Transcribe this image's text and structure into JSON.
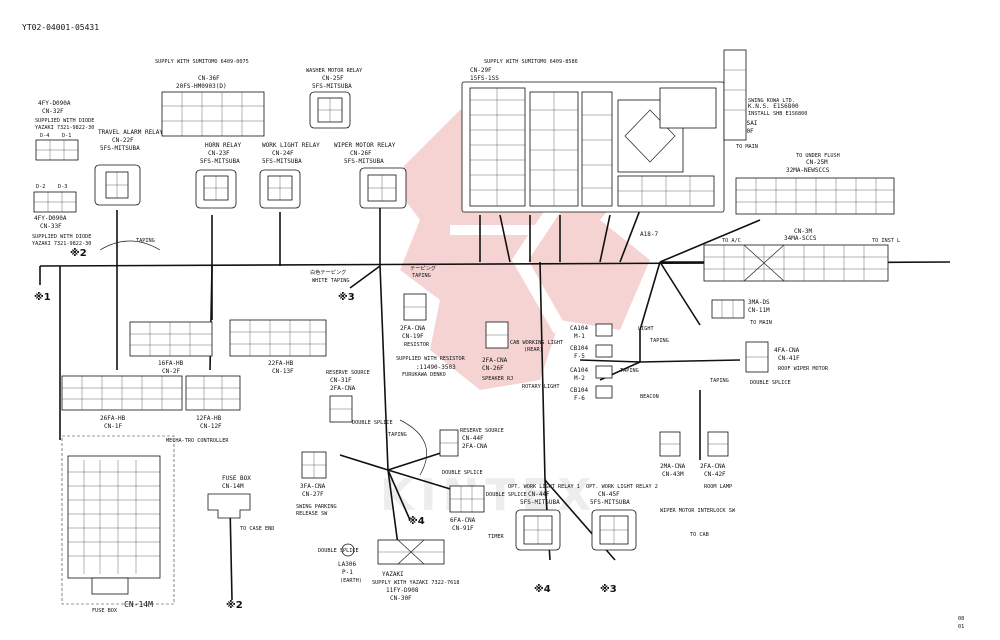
{
  "doc_id": "YT02-04001-05431",
  "page_code": [
    "08",
    "01"
  ],
  "watermark": "KINTEX",
  "colors": {
    "watermark": "#e8a0a0",
    "ink": "#111111"
  },
  "connectors": {
    "cn32f": {
      "part": "4FY-D090A",
      "name": "CN-32F"
    },
    "diode_note": {
      "l1": "SUPPLIED WITH DIODE",
      "l2": "YAZAKI 7321-9822-30"
    },
    "travel_relay": {
      "name": "TRAVEL ALARM RELAY",
      "cn": "CN-22F",
      "part": "5FS-MITSUBA"
    },
    "cn33f": {
      "part": "4FY-D090A",
      "name": "CN-33F"
    },
    "d_labels": {
      "d4": "D-4",
      "d1": "D-1",
      "d2": "D-2",
      "d3": "D-3"
    },
    "diode_note2": {
      "l1": "SUPPLIED WITH DIODE",
      "l2": "YAZAKI 7321-9822-30"
    },
    "cn36f": {
      "supply": "SUPPLY WITH SUMITOMO 6409-0075",
      "cn": "CN-36F",
      "part": "20FS-HM0903(D)"
    },
    "washer": {
      "name": "WASHER MOTOR RELAY",
      "cn": "CN-25F",
      "part": "5FS-MITSUBA"
    },
    "horn": {
      "name": "HORN RELAY",
      "cn": "CN-23F",
      "part": "5FS-MITSUBA"
    },
    "worklight_relay": {
      "name": "WORK LIGHT RELAY",
      "cn": "CN-24F",
      "part": "5FS-MITSUBA"
    },
    "wiper_relay": {
      "name": "WIPER MOTOR RELAY",
      "cn": "CN-26F",
      "part": "5FS-MITSUBA"
    },
    "fuse_block": {
      "supply": "SUPPLY WITH SUMITOMO 6409-8586",
      "cn": "CN-29F",
      "part": "15FS-1SS"
    },
    "cn10f": {
      "note1": "SWING KOWA LTD.",
      "note2": "K.N.S. E1S6800",
      "note3": "INSTALL SHB E1S6800",
      "part": "100FA-SAI",
      "cn": "CN-10F",
      "dest": "TO MAIN"
    },
    "cn25m": {
      "dest": "TO UNDER FLUSH",
      "cn": "CN-25M",
      "part": "32MA-NEWSCCS"
    },
    "cn3m": {
      "cn": "CN-3M",
      "part": "34MA-SCCS",
      "dest_left": "TO A/C",
      "dest_right": "TO INST L"
    },
    "a18": "A18-7",
    "cn11m": {
      "part": "3MA-DS",
      "cn": "CN-11M",
      "dest": "TO MAIN"
    },
    "cn2f": {
      "part": "16FA-HB",
      "cn": "CN-2F"
    },
    "cn13f": {
      "part": "22FA-HB",
      "cn": "CN-13F"
    },
    "cn1f": {
      "part": "26FA-HB",
      "cn": "CN-1F"
    },
    "cn12f": {
      "part": "12FA-HB",
      "cn": "CN-12F"
    },
    "white_taping": {
      "jp": "白色テーピング",
      "en": "WHITE TAPING"
    },
    "taping": "TAPING",
    "taping_jp": "テーピング",
    "cn19f": {
      "part": "2FA-CNA",
      "cn": "CN-19F",
      "note": "RESISTOR"
    },
    "resistor_note": {
      "l1": "SUPPLIED WITH RESISTOR",
      "l2": ":11490-3503",
      "l3": "FURUKAWA DENKO"
    },
    "cab_light": {
      "name": "CAB WORKING LIGHT",
      "sub": "(REAR)",
      "part": "2FA-CNA",
      "cn": "CN-26F"
    },
    "speaker_note": "SPEAKER RJ",
    "ca104_m1": {
      "part": "CA104",
      "cn": "M-1"
    },
    "cb104_f5": {
      "part": "CB104",
      "cn": "F-5"
    },
    "ca104_m2": {
      "part": "CA104",
      "cn": "M-2"
    },
    "cb104_f6": {
      "part": "CB104",
      "cn": "F-6"
    },
    "light_tag": "LIGHT",
    "beacon_tag": "BEACON",
    "rotary_light": "ROTARY LIGHT",
    "cn41f": {
      "part": "4FA-CNA",
      "cn": "CN-41F",
      "name": "ROOF WIPER MOTOR"
    },
    "double_splice": "DOUBLE SPLICE",
    "cn43m": {
      "part": "2MA-CNA",
      "cn": "CN-43M"
    },
    "cn42f": {
      "part": "2FA-CNA",
      "cn": "CN-42F"
    },
    "room_lamp": "ROOM LAMP",
    "wiper_interlock": "WIPER MOTOR INTERLOCK SW",
    "to_cab": "TO CAB",
    "reserve_left": {
      "name": "RESERVE SOURCE",
      "cn": "CN-31F",
      "part": "2FA-CNA"
    },
    "reserve_right": {
      "name": "RESERVE SOURCE",
      "cn": "CN-44F",
      "part": "2FA-CNA"
    },
    "cn27f": {
      "part": "3FA-CNA",
      "cn": "CN-27F",
      "name1": "SWING PARKING",
      "name2": "RELEASE SW"
    },
    "cn91f": {
      "part": "6FA-CNA",
      "cn": "CN-91F",
      "note": "TIMER"
    },
    "yazaki": {
      "l1": "YAZAKI",
      "l2": "SUPPLY WITH YAZAKI 7322-7618",
      "l3": "11FY-D908",
      "cn": "CN-30F"
    },
    "la306": {
      "part": "LA306",
      "cn": "P-1",
      "note": "(EARTH)"
    },
    "opt_relay1": {
      "name": "OPT. WORK LIGHT RELAY 1",
      "cn": "CN-44F",
      "part": "5FS-MITSUBA"
    },
    "opt_relay2": {
      "name": "OPT. WORK LIGHT RELAY 2",
      "cn": "CN-45F",
      "part": "5FS-MITSUBA"
    },
    "mecha_tro": "MECHA-TRO CONTROLLER",
    "cn14m_bottom": "CN-14M",
    "fuse_box_label": "FUSE BOX",
    "fuse_box_top": {
      "name": "FUSE BOX",
      "cn": "CN-14M"
    },
    "to_case_end": "TO CASE END",
    "marks": {
      "m1": "※1",
      "m2a": "※2",
      "m2b": "※2",
      "m3a": "※3",
      "m3b": "※3",
      "m4a": "※4",
      "m4b": "※4"
    }
  }
}
